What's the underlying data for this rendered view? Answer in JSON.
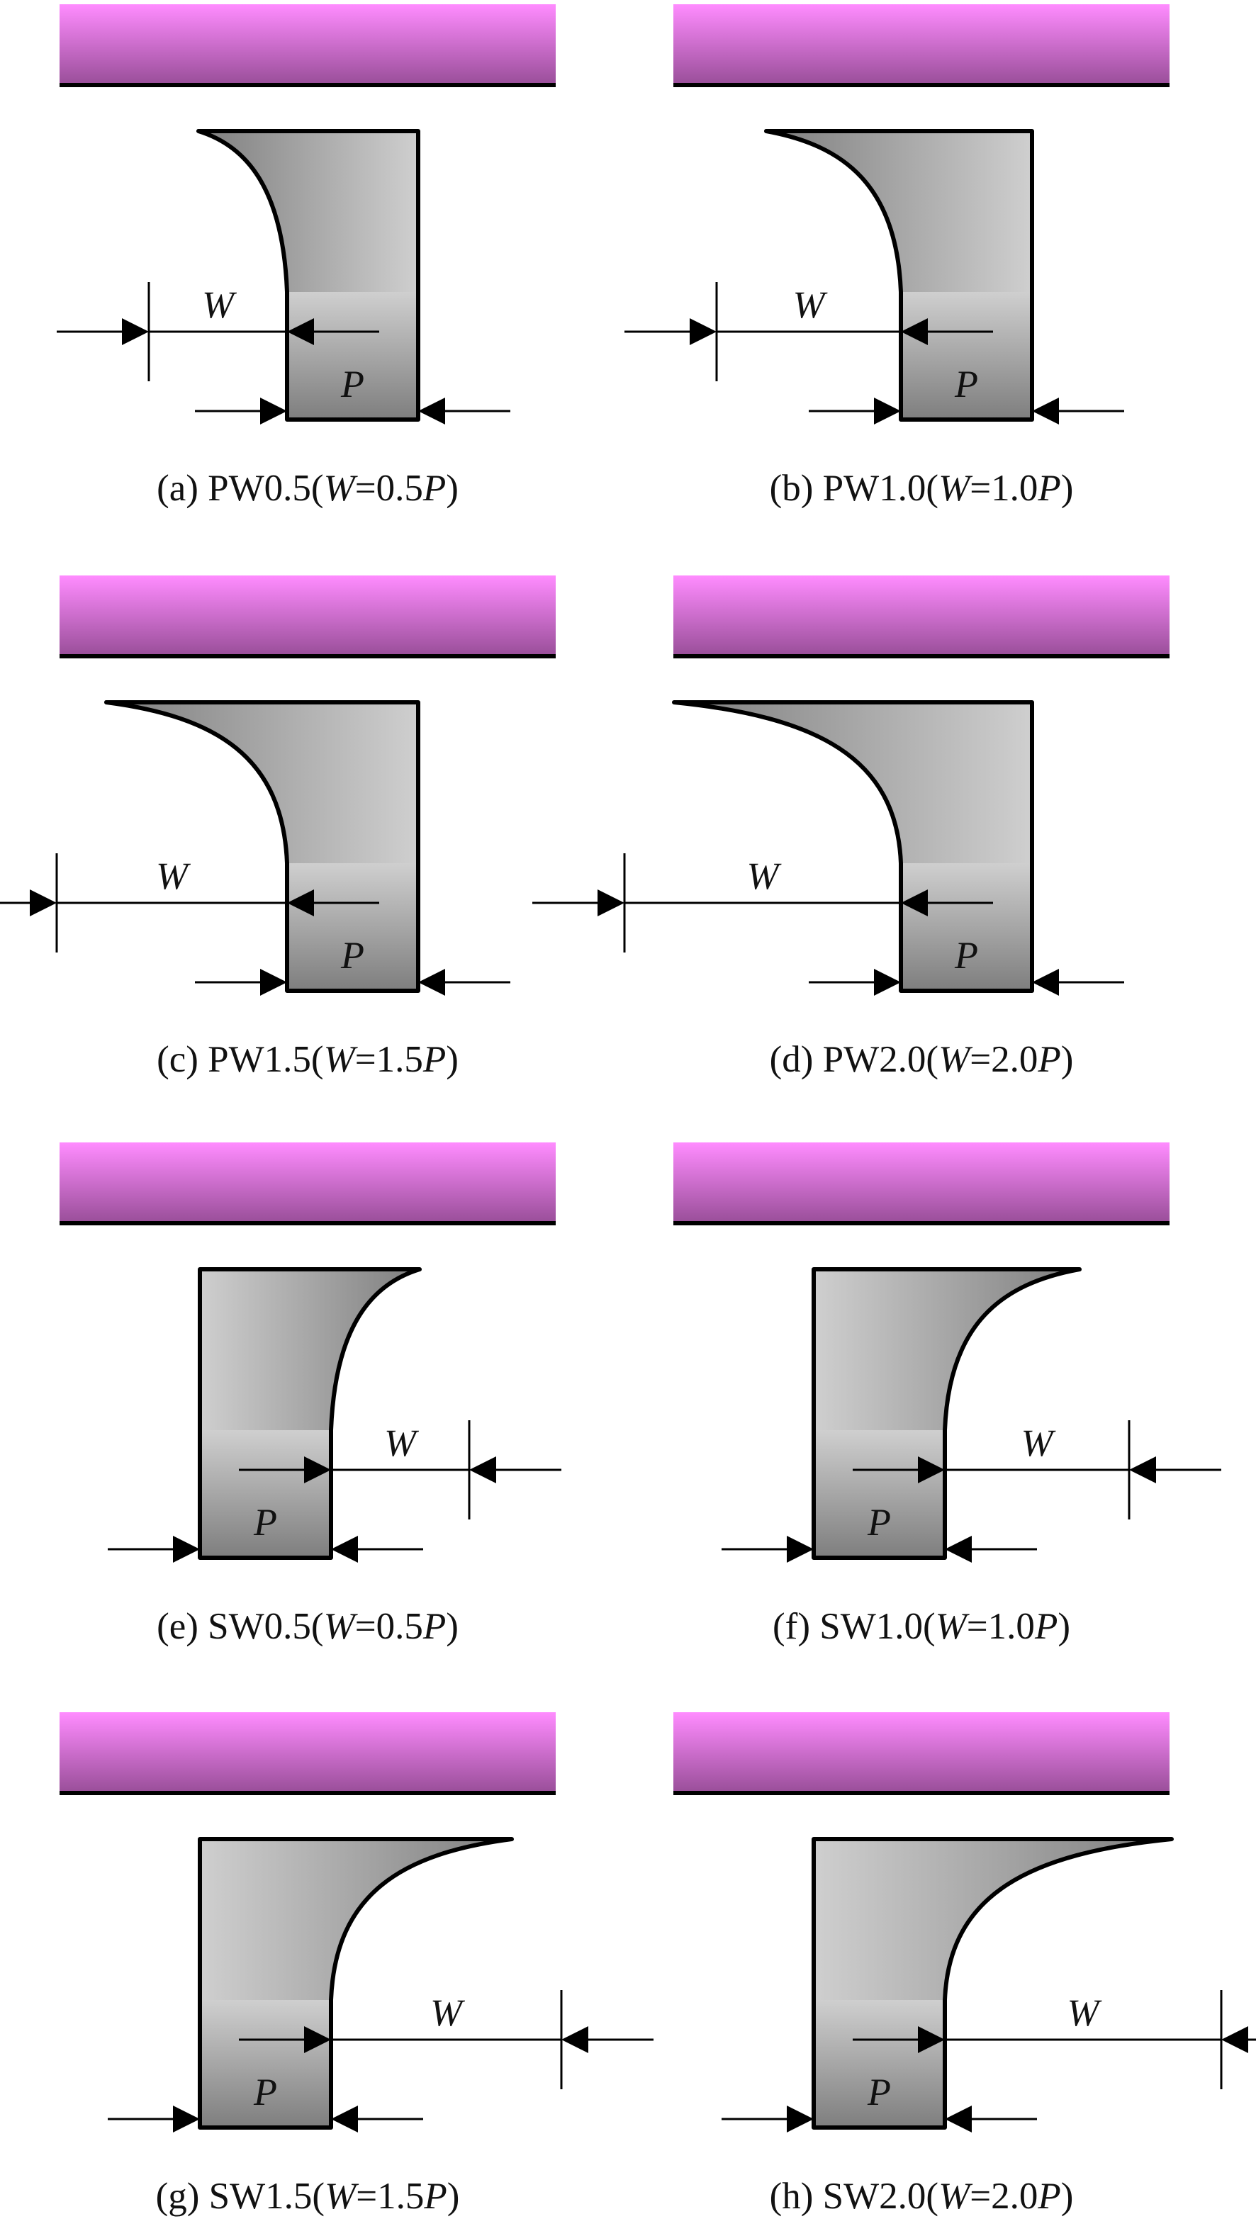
{
  "colors": {
    "electrode_top": "#ff8cff",
    "electrode_bottom": "#9a4f9a",
    "body_light": "#cfcfcf",
    "body_dark": "#7e7e7e",
    "line": "#000000"
  },
  "labels": {
    "W": "W",
    "P": "P"
  },
  "panels": [
    {
      "id": "a",
      "side": "primary",
      "ratio": 0.5,
      "caption": {
        "prefix": "(a) PW0.5(",
        "w": "W",
        "mid": "=0.5",
        "p": "P",
        "suffix": ")"
      }
    },
    {
      "id": "b",
      "side": "primary",
      "ratio": 1.0,
      "caption": {
        "prefix": "(b) PW1.0(",
        "w": "W",
        "mid": "=1.0",
        "p": "P",
        "suffix": ")"
      }
    },
    {
      "id": "c",
      "side": "primary",
      "ratio": 1.5,
      "caption": {
        "prefix": "(c) PW1.5(",
        "w": "W",
        "mid": "=1.5",
        "p": "P",
        "suffix": ")"
      }
    },
    {
      "id": "d",
      "side": "primary",
      "ratio": 2.0,
      "caption": {
        "prefix": "(d) PW2.0(",
        "w": "W",
        "mid": "=2.0",
        "p": "P",
        "suffix": ")"
      }
    },
    {
      "id": "e",
      "side": "secondary",
      "ratio": 0.5,
      "caption": {
        "prefix": "(e) SW0.5(",
        "w": "W",
        "mid": "=0.5",
        "p": "P",
        "suffix": ")"
      }
    },
    {
      "id": "f",
      "side": "secondary",
      "ratio": 1.0,
      "caption": {
        "prefix": "(f) SW1.0(",
        "w": "W",
        "mid": "=1.0",
        "p": "P",
        "suffix": ")"
      }
    },
    {
      "id": "g",
      "side": "secondary",
      "ratio": 1.5,
      "caption": {
        "prefix": "(g) SW1.5(",
        "w": "W",
        "mid": "=1.5",
        "p": "P",
        "suffix": ")"
      }
    },
    {
      "id": "h",
      "side": "secondary",
      "ratio": 2.0,
      "caption": {
        "prefix": "(h) SW2.0(",
        "w": "W",
        "mid": "=2.0",
        "p": "P",
        "suffix": ")"
      }
    }
  ]
}
